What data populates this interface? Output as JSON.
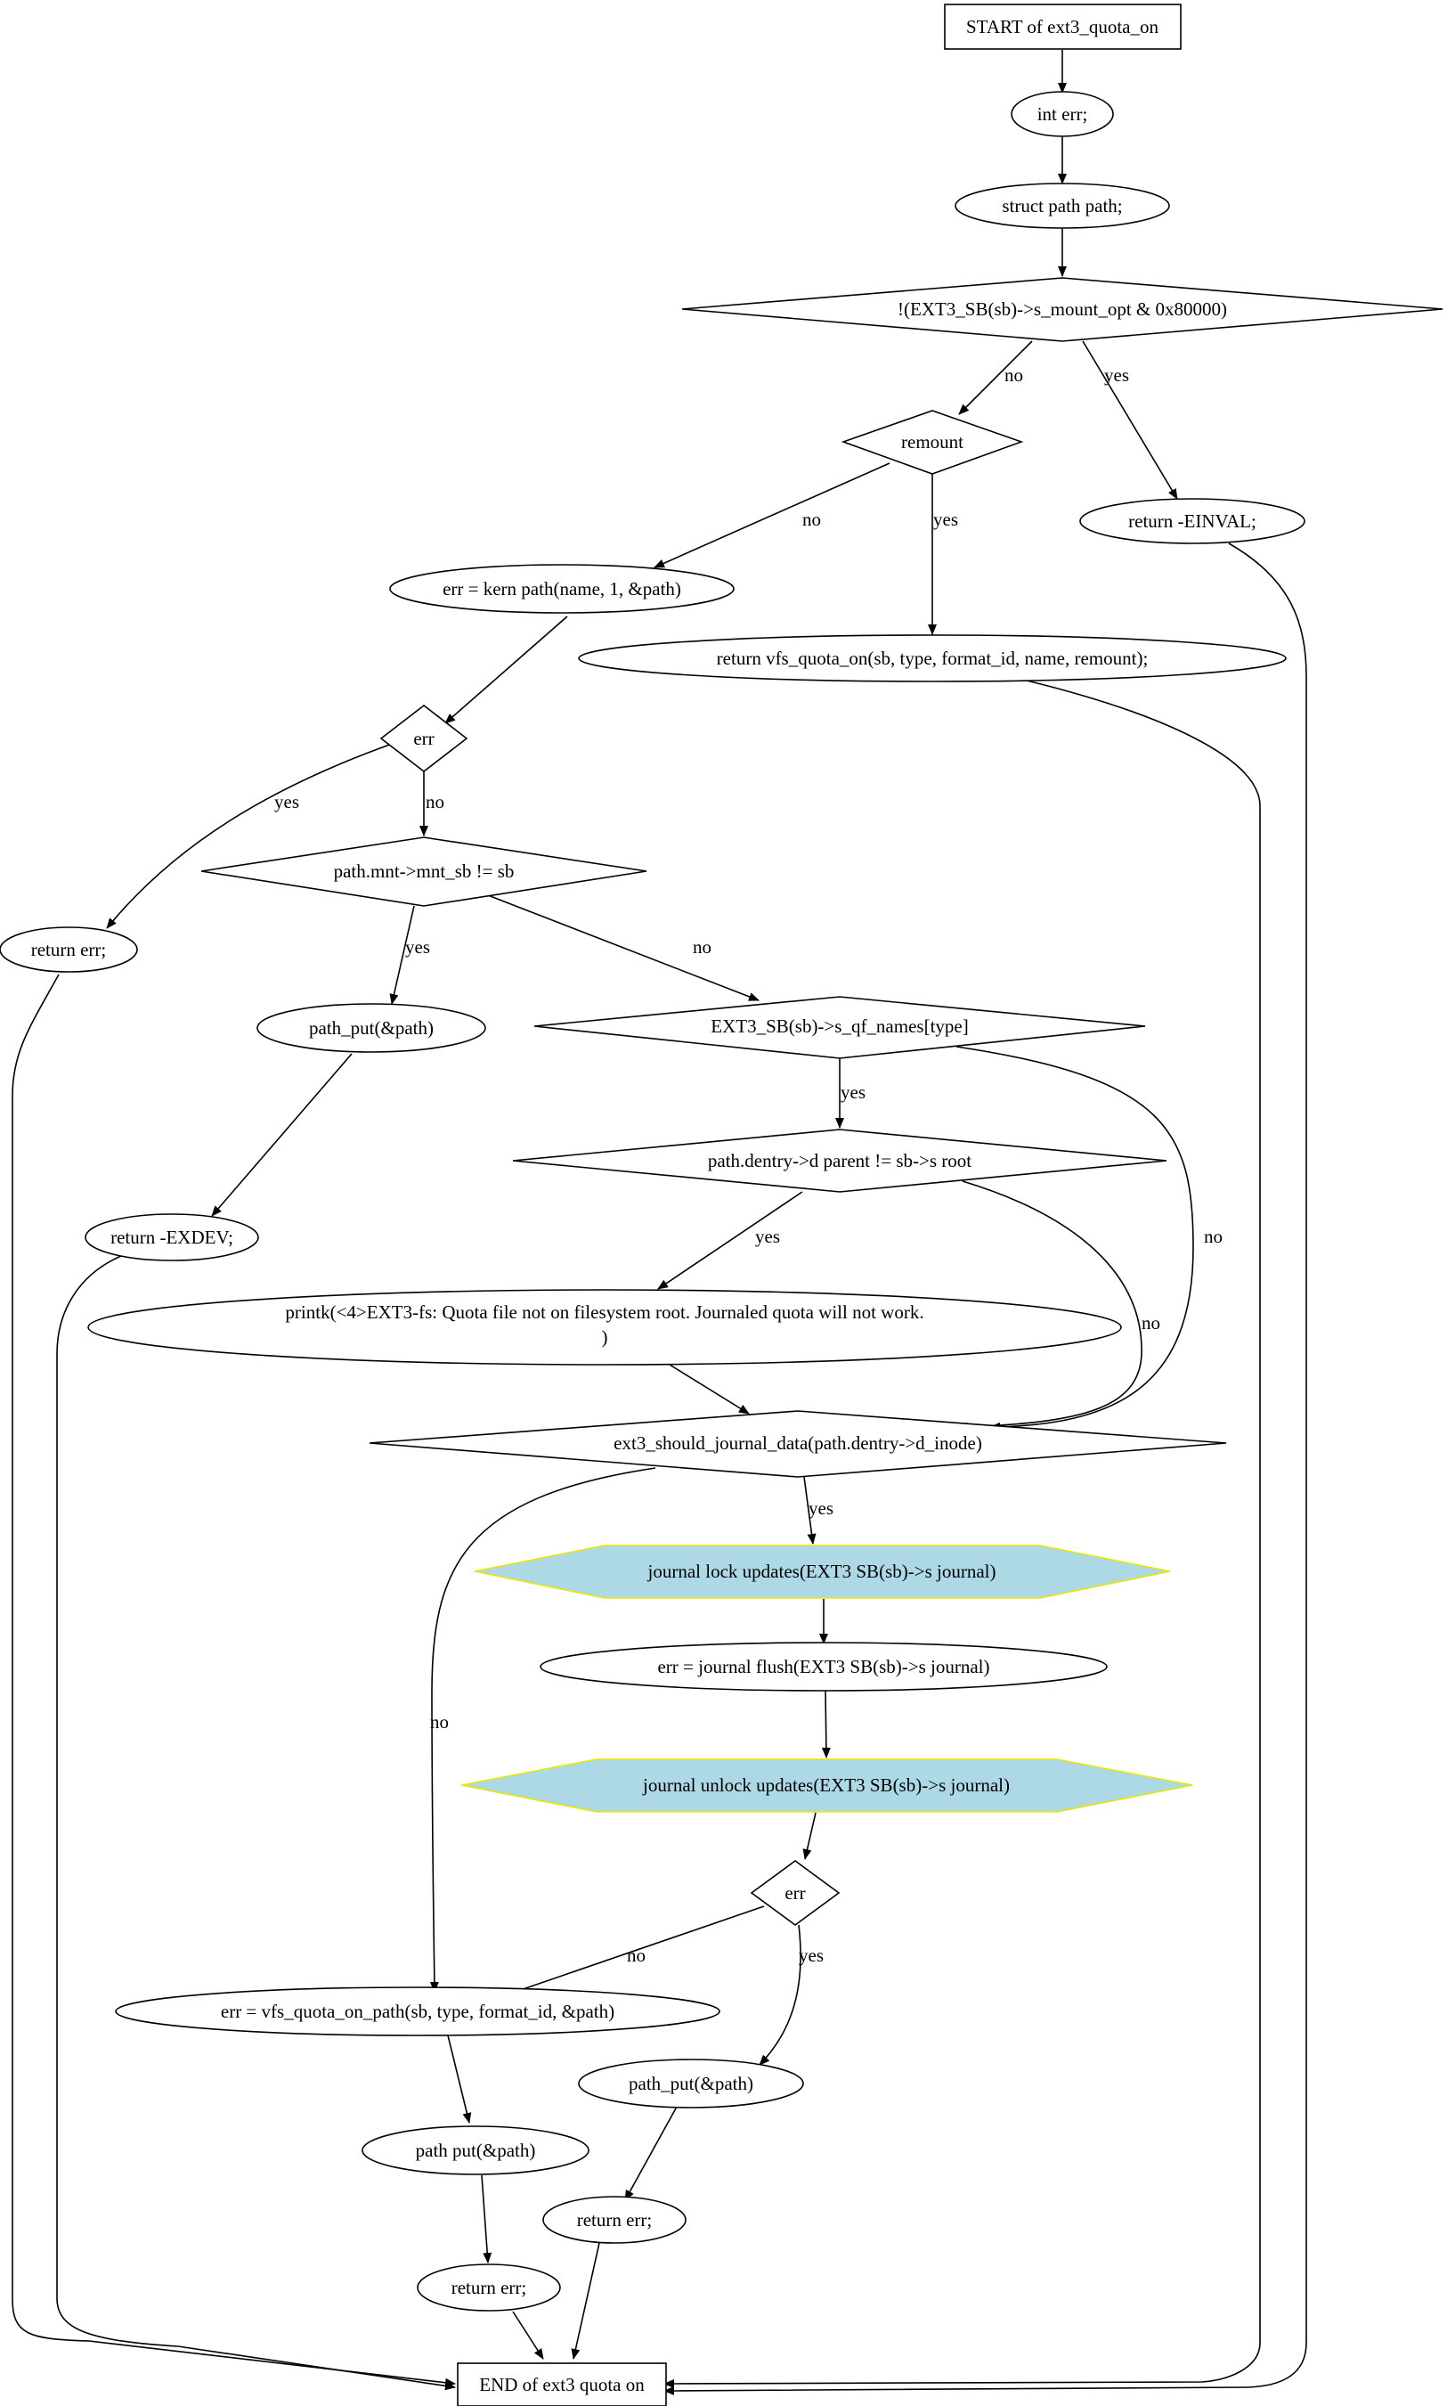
{
  "diagram": {
    "type": "flowchart",
    "nodes": {
      "start": "START of ext3_quota_on",
      "int_err": "int err;",
      "struct_path": "struct path path;",
      "cond_mount_opt": "!(EXT3_SB(sb)->s_mount_opt & 0x80000)",
      "cond_remount": "remount",
      "return_einval": "return -EINVAL;",
      "kern_path": "err = kern  path(name, 1, &path)",
      "return_vfs_quota_on": "return vfs_quota_on(sb, type, format_id, name, remount);",
      "cond_err_1": "err",
      "cond_mnt_sb": "path.mnt->mnt_sb != sb",
      "return_err_1": "return err;",
      "path_put_1": "path_put(&path)",
      "cond_qf_names": "EXT3_SB(sb)->s_qf_names[type]",
      "cond_d_parent": "path.dentry->d  parent != sb->s  root",
      "return_exdev": "return -EXDEV;",
      "printk_line1": "printk(<4>EXT3-fs: Quota file not on filesystem root. Journaled quota will not work.",
      "printk_line2": ")",
      "cond_journal_data": "ext3_should_journal_data(path.dentry->d_inode)",
      "journal_lock": "journal  lock  updates(EXT3  SB(sb)->s  journal)",
      "journal_flush": "err = journal  flush(EXT3  SB(sb)->s  journal)",
      "journal_unlock": "journal  unlock  updates(EXT3  SB(sb)->s  journal)",
      "cond_err_2": "err",
      "vfs_quota_on_path": "err = vfs_quota_on_path(sb, type, format_id, &path)",
      "path_put_2": "path_put(&path)",
      "path_put_3": "path  put(&path)",
      "return_err_2": "return err;",
      "return_err_3": "return err;",
      "end": "END of ext3  quota  on"
    },
    "edge_labels": {
      "yes": "yes",
      "no": "no"
    },
    "colors": {
      "hexagon_fill": "#add8e6",
      "hexagon_stroke": "#e8e800",
      "line": "#000000",
      "background": "#ffffff"
    }
  }
}
